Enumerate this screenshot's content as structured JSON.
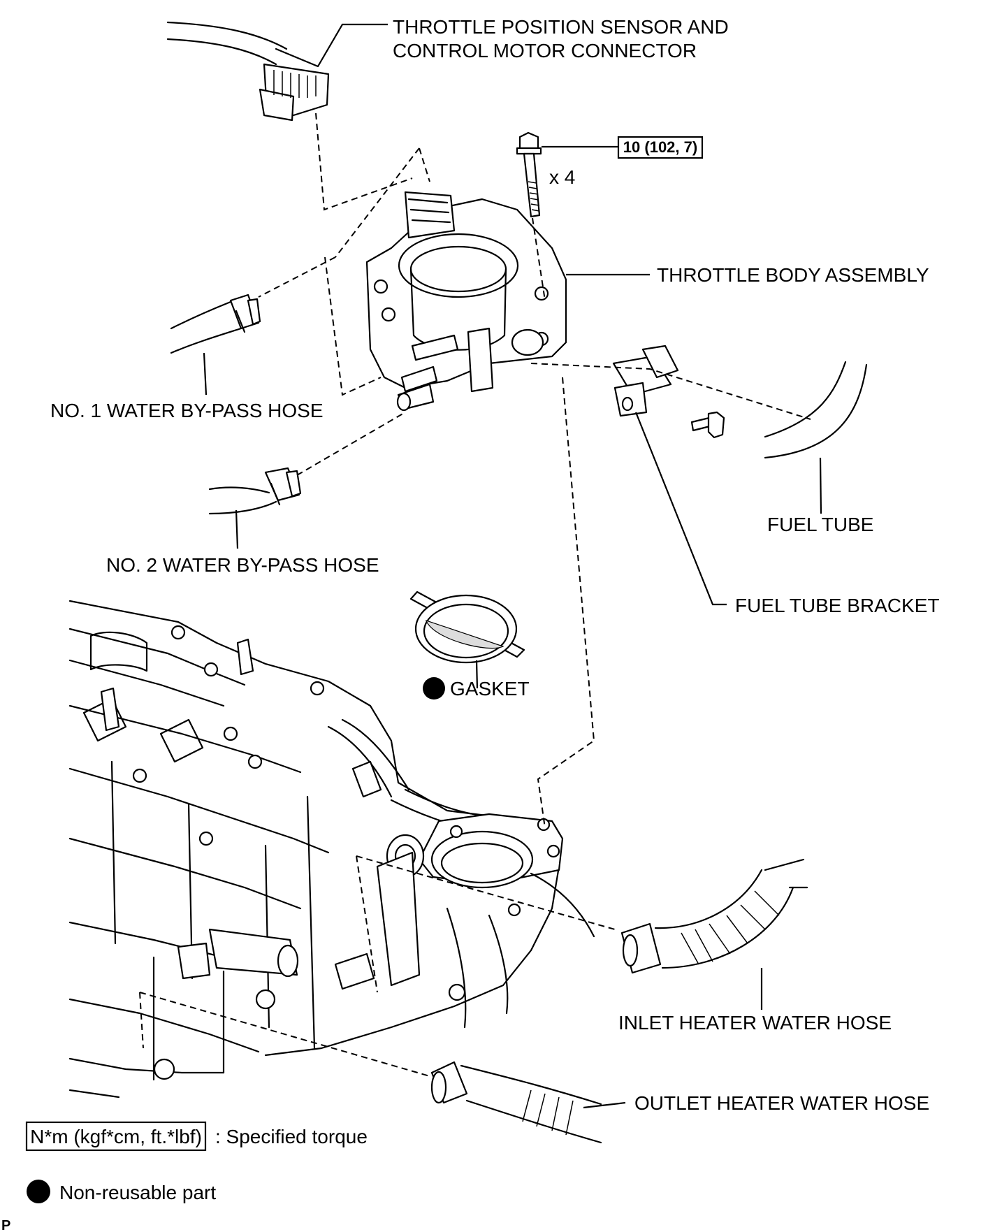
{
  "labels": {
    "tps_connector_line1": "THROTTLE POSITION SENSOR AND",
    "tps_connector_line2": "CONTROL MOTOR CONNECTOR",
    "throttle_body": "THROTTLE BODY ASSEMBLY",
    "water_bypass_1": "NO. 1 WATER BY-PASS HOSE",
    "water_bypass_2": "NO. 2 WATER BY-PASS HOSE",
    "fuel_tube": "FUEL TUBE",
    "fuel_tube_bracket": "FUEL TUBE BRACKET",
    "gasket": "GASKET",
    "inlet_heater_hose": "INLET HEATER WATER HOSE",
    "outlet_heater_hose": "OUTLET HEATER WATER HOSE",
    "bolt_count": "x 4"
  },
  "torque_spec": {
    "value": "10 (102, 7)"
  },
  "legend": {
    "torque_units": "N*m (kgf*cm, ft.*lbf)",
    "torque_desc": ": Specified torque",
    "non_reusable_desc": "Non-reusable part"
  },
  "corner_mark": "P"
}
